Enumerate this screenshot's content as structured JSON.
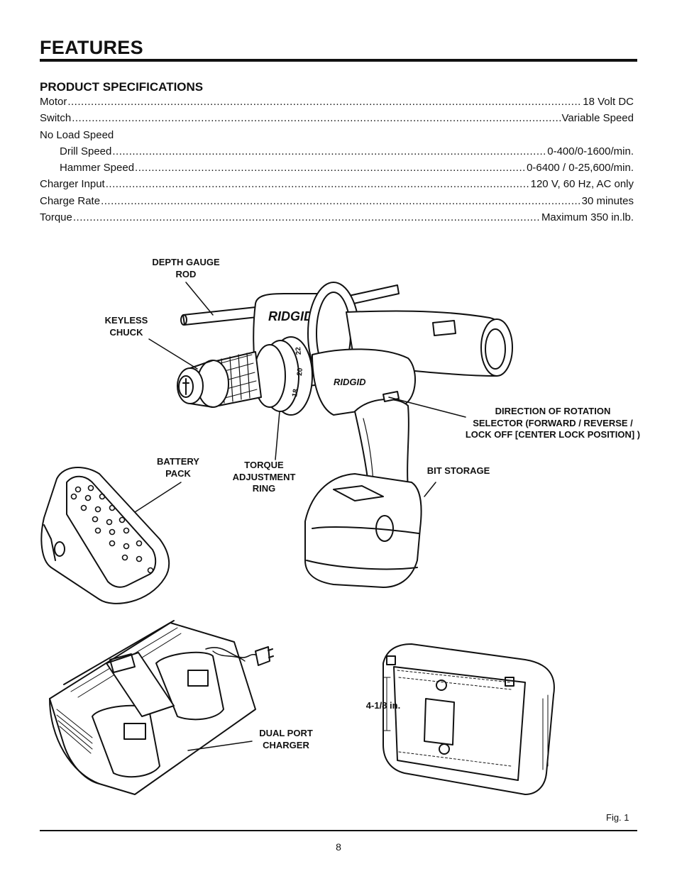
{
  "header": {
    "title": "FEATURES"
  },
  "specs": {
    "heading": "PRODUCT SPECIFICATIONS",
    "rows": [
      {
        "label": "Motor",
        "value": "18 Volt DC",
        "indent": false
      },
      {
        "label": "Switch",
        "value": "Variable Speed",
        "indent": false
      },
      {
        "label": "No Load Speed",
        "value": "",
        "indent": false
      },
      {
        "label": "Drill Speed",
        "value": "0-400/0-1600/min.",
        "indent": true
      },
      {
        "label": "Hammer Speed",
        "value": "0-6400 / 0-25,600/min.",
        "indent": true
      },
      {
        "label": "Charger Input",
        "value": "120 V, 60 Hz, AC only",
        "indent": false
      },
      {
        "label": "Charge Rate",
        "value": "30 minutes",
        "indent": false
      },
      {
        "label": "Torque",
        "value": "Maximum 350 in.lb.",
        "indent": false
      }
    ]
  },
  "callouts": {
    "depth_gauge_rod": "DEPTH GAUGE\nROD",
    "keyless_chuck": "KEYLESS\nCHUCK",
    "direction_selector": "DIRECTION OF ROTATION\nSELECTOR (FORWARD / REVERSE /\nLOCK OFF [CENTER LOCK POSITION] )",
    "battery_pack": "BATTERY\nPACK",
    "torque_ring": "TORQUE\nADJUSTMENT\nRING",
    "bit_storage": "BIT STORAGE",
    "dual_port_charger": "DUAL PORT\nCHARGER",
    "mount_dimension": "4-1/8 in."
  },
  "brand_marks": {
    "drill_logo": "RIDGID",
    "drill_logo_small": "RIDGID"
  },
  "torque_numbers": [
    "18",
    "20",
    "22"
  ],
  "figure_label": "Fig. 1",
  "page_number": "8"
}
